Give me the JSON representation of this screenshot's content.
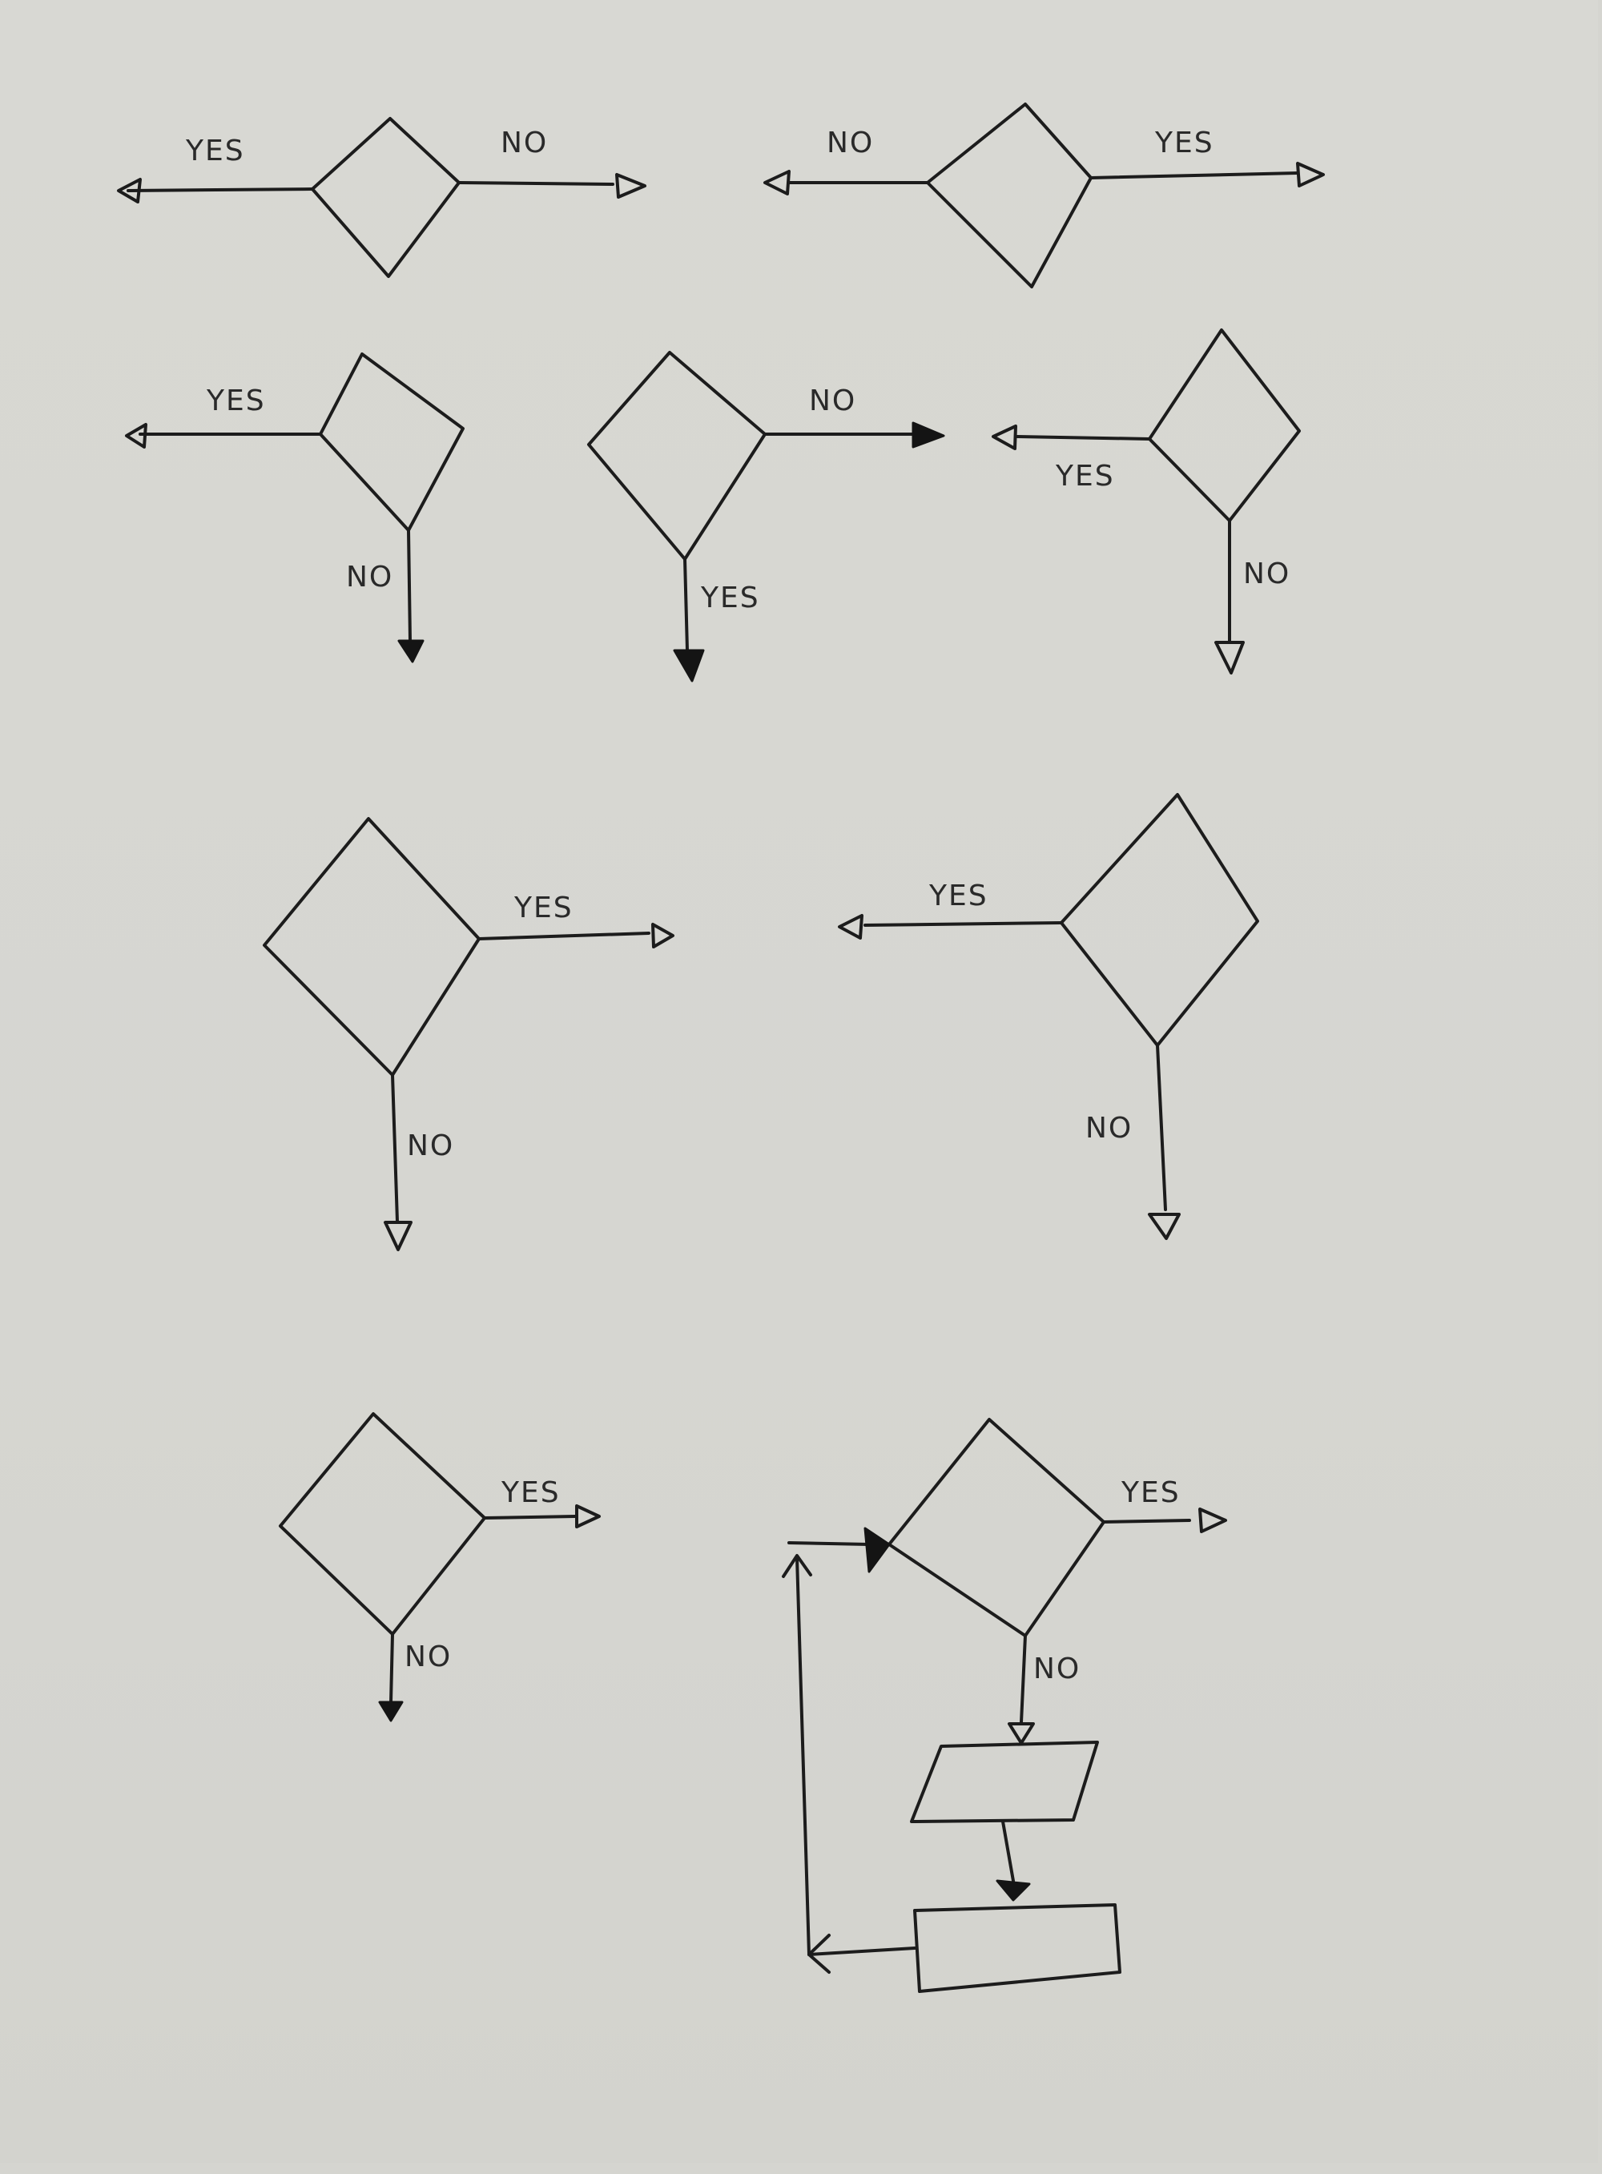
{
  "labels": {
    "yes": "YES",
    "no": "NO"
  },
  "colors": {
    "paper": "#d6d6d1",
    "ink": "#1c1c1c"
  },
  "diagrams": [
    {
      "id": "d1",
      "branches": {
        "left": "YES",
        "right": "NO"
      }
    },
    {
      "id": "d2",
      "branches": {
        "left": "NO",
        "right": "YES"
      }
    },
    {
      "id": "d3",
      "branches": {
        "left": "YES",
        "down": "NO"
      }
    },
    {
      "id": "d4",
      "branches": {
        "right": "NO",
        "down": "YES"
      }
    },
    {
      "id": "d5",
      "branches": {
        "left": "YES",
        "down": "NO"
      }
    },
    {
      "id": "d6",
      "branches": {
        "right": "YES",
        "down": "NO"
      }
    },
    {
      "id": "d7",
      "branches": {
        "left": "YES",
        "down": "NO"
      }
    },
    {
      "id": "d8",
      "branches": {
        "right": "YES",
        "down": "NO"
      }
    },
    {
      "id": "d9",
      "branches": {
        "right": "YES",
        "down": "NO"
      },
      "loop": [
        "parallelogram",
        "rectangle"
      ]
    }
  ]
}
